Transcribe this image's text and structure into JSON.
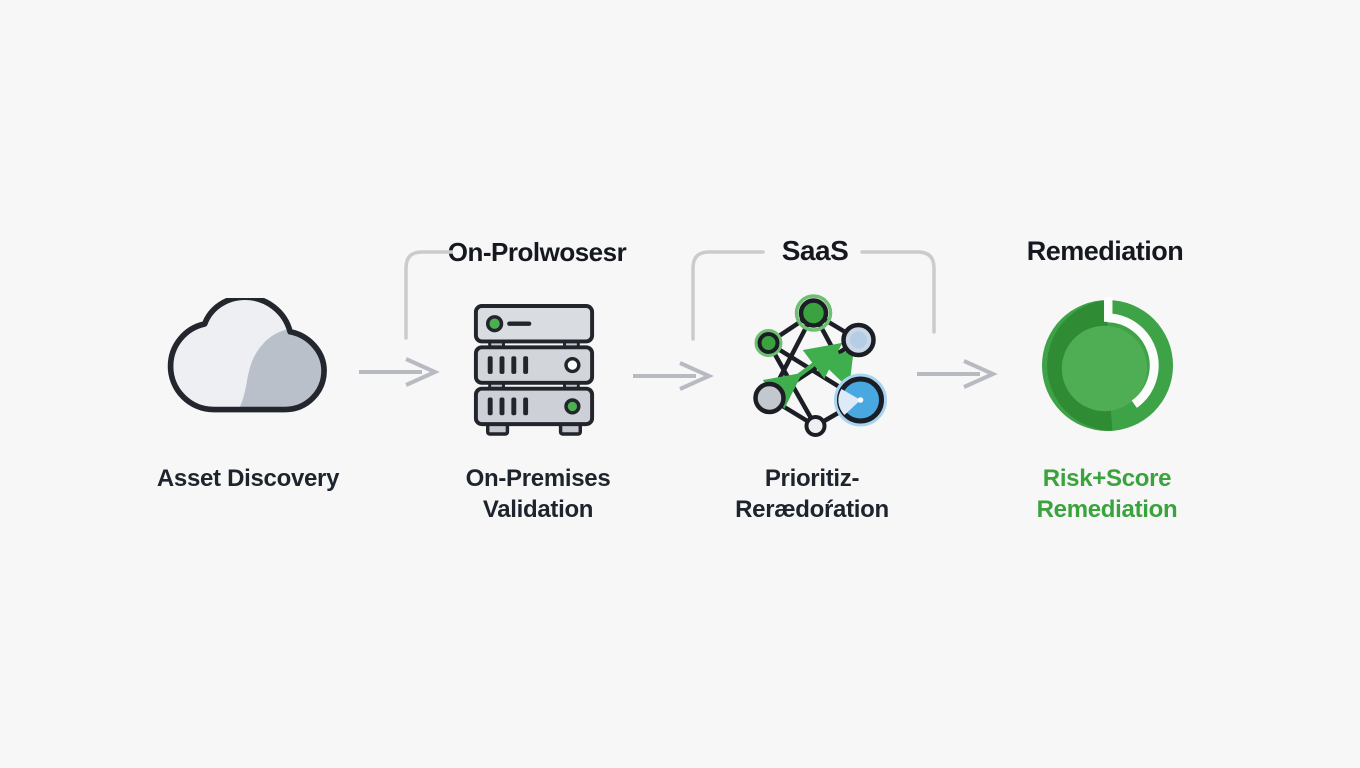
{
  "background_color": "#f7f7f8",
  "diagram": {
    "title_row": {
      "on_premises_group_title": "On-Prolwosesr",
      "saas_group_title": "SaaS",
      "remediation_group_title": "Remediation"
    },
    "stages": [
      {
        "name": "asset-discovery",
        "icon": "cloud-icon",
        "label_lines": [
          "Asset Discovery"
        ],
        "label_color": "#1e242e"
      },
      {
        "name": "on-premises-validation",
        "icon": "server-stack-icon",
        "top_label": "On-Prolwosesr",
        "label_lines": [
          "On-Premises",
          "Validation"
        ],
        "label_color": "#1e242e"
      },
      {
        "name": "prioritization",
        "icon": "network-graph-icon",
        "top_label": "SaaS",
        "label_lines": [
          "Prioritiz-",
          "Rerædoŕation"
        ],
        "label_color": "#1e242e"
      },
      {
        "name": "risk-score-remediation",
        "icon": "donut-chart-icon",
        "top_label": "Remediation",
        "label_lines": [
          "Risk+Score",
          "Remediation"
        ],
        "label_color": "#3aa33e"
      }
    ],
    "connectors": {
      "arrow_count": 3,
      "arrow_color": "#b7bbc1",
      "bracket_color": "#c9cbce"
    },
    "colors": {
      "outline_dark": "#22262d",
      "donut_green": "#3ea346",
      "donut_dark_green": "#2f8c35",
      "donut_inner_green": "#4fad53",
      "node_green": "#3aa23f",
      "node_blue": "#4aa8e0",
      "node_pale_blue": "#c9d7e7",
      "node_gray": "#c3c7ce",
      "server_gray": "#d6d9de",
      "cloud_light": "#edeff3",
      "cloud_shade": "#b9c0ca",
      "label_green": "#3aa33e"
    }
  }
}
